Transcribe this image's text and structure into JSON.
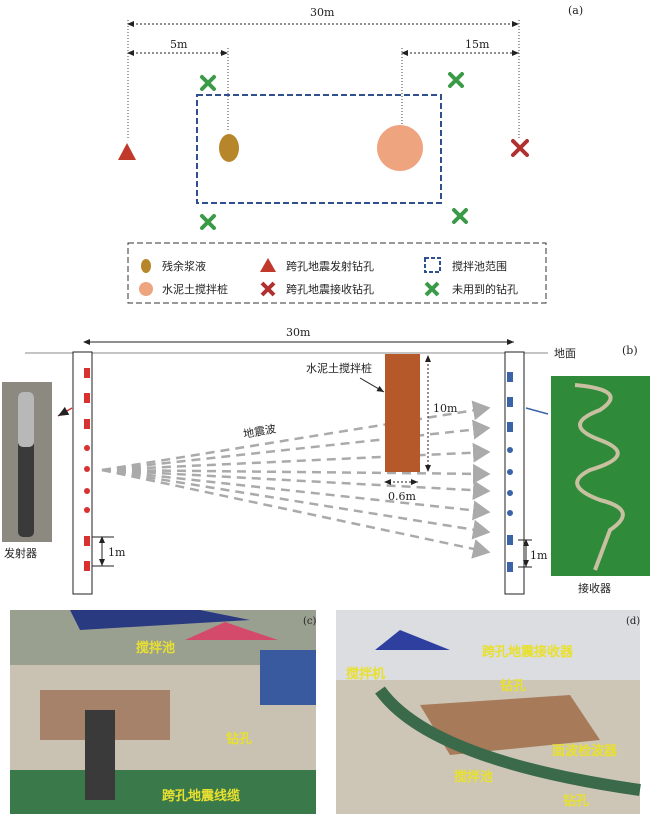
{
  "panel_a": {
    "tag": "(a)",
    "dim_total": "30m",
    "dim_left": "5m",
    "dim_right": "15m",
    "legend": [
      {
        "icon": "brown-ellipse",
        "label": "残余浆液"
      },
      {
        "icon": "red-triangle",
        "label": "跨孔地震发射钻孔"
      },
      {
        "icon": "blue-dashed-square",
        "label": "搅拌池范围"
      },
      {
        "icon": "salmon-circle",
        "label": "水泥土搅拌桩"
      },
      {
        "icon": "red-cross",
        "label": "跨孔地震接收钻孔"
      },
      {
        "icon": "green-cross",
        "label": "未用到的钻孔"
      }
    ]
  },
  "panel_b": {
    "tag": "(b)",
    "dim_total": "30m",
    "ground": "地面",
    "pile_label": "水泥土搅拌桩",
    "pile_depth": "10m",
    "pile_width": "0.6m",
    "wave_label": "地震波",
    "spacing_left": "1m",
    "spacing_right": "1m",
    "emitter_label": "发射器",
    "receiver_label": "接收器"
  },
  "panel_c": {
    "tag": "(c)",
    "labels": [
      "搅拌池",
      "钻孔",
      "跨孔地震线缆"
    ]
  },
  "panel_d": {
    "tag": "(d)",
    "labels": [
      "搅拌机",
      "跨孔地震接收器",
      "钻孔",
      "面波检波器",
      "搅拌池",
      "钻孔"
    ]
  },
  "colors": {
    "red": "#c0392b",
    "brown": "#b8862a",
    "salmon": "#eea57f",
    "green": "#3a9a48",
    "blue": "#2f4f8f",
    "pile": "#b5582a",
    "receiver": "#3b64a8"
  }
}
